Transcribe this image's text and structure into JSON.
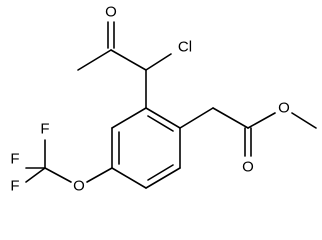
{
  "molecule": {
    "atoms": {
      "ketone_oxygen": "O",
      "chlorine": "Cl",
      "ester_carbonyl_oxygen": "O",
      "ester_ether_oxygen": "O",
      "aryl_ether_oxygen": "O",
      "fluorine_top": "F",
      "fluorine_left": "F",
      "fluorine_bottom": "F"
    },
    "colors": {
      "bonds": "#000000",
      "labels": "#000000",
      "background": "#ffffff"
    }
  }
}
